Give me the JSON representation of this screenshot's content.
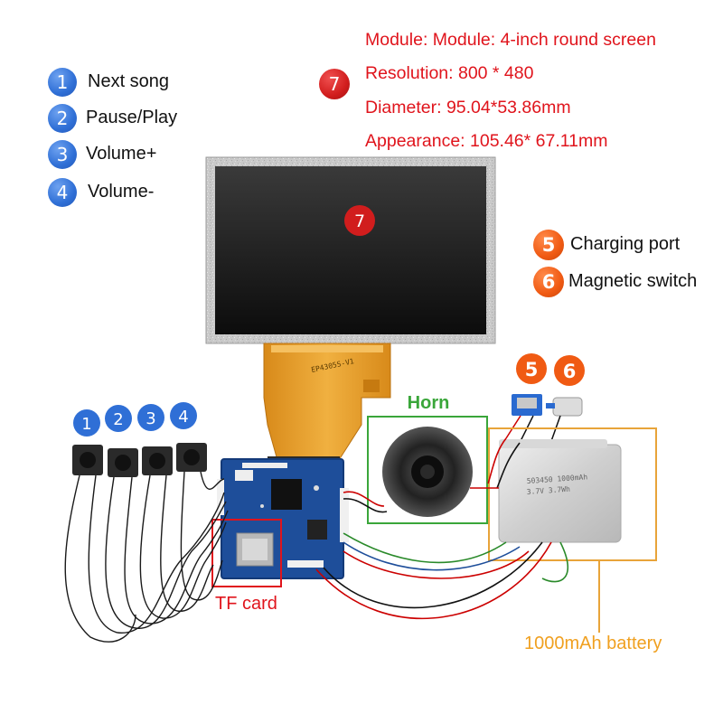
{
  "legend": [
    {
      "num": "1",
      "label": "Next song"
    },
    {
      "num": "2",
      "label": "Pause/Play"
    },
    {
      "num": "3",
      "label": "Volume+"
    },
    {
      "num": "4",
      "label": "Volume-"
    }
  ],
  "specs": {
    "badge": "7",
    "lines": [
      "Module: Module: 4-inch round screen",
      "Resolution: 800 * 480",
      "Diameter: 95.04*53.86mm",
      "Appearance: 105.46* 67.11mm"
    ]
  },
  "screen": {
    "badge": "7",
    "flex_label": "EP4305S-V1"
  },
  "ports": [
    {
      "num": "5",
      "label": "Charging port"
    },
    {
      "num": "6",
      "label": "Magnetic switch"
    }
  ],
  "components": {
    "horn": "Horn",
    "tf_card": "TF card",
    "battery": "1000mAh battery",
    "battery_print_1": "503450 1000mAh",
    "battery_print_2": "3.7V 3.7Wh"
  },
  "colors": {
    "spec_text": "#e0141c",
    "badge_blue": "#2f6fd6",
    "badge_red": "#d11d1d",
    "badge_orange": "#f05a13",
    "horn_box": "#3aa63a",
    "tf_box": "#e0141c",
    "battery_box": "#e8a43a",
    "battery_text": "#f0a020"
  }
}
